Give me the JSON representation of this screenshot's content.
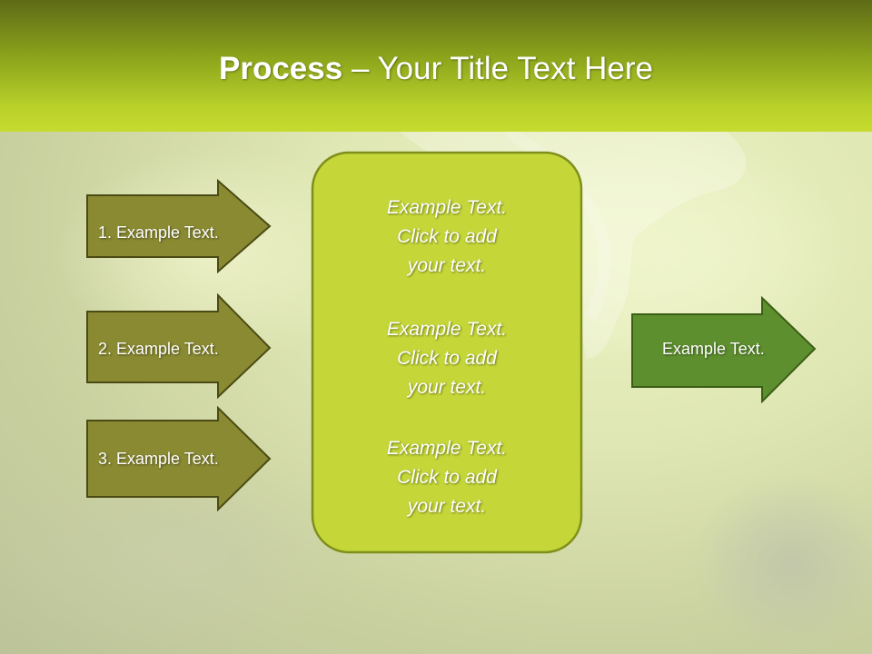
{
  "slide": {
    "title_bold": "Process",
    "title_rest": " – Your Title Text Here"
  },
  "left_arrows": [
    {
      "label": "1. Example Text."
    },
    {
      "label": "2. Example Text."
    },
    {
      "label": "3. Example Text."
    }
  ],
  "center_box": {
    "paragraphs": [
      {
        "line1": "Example Text.",
        "line2": "Click  to add",
        "line3": "your text."
      },
      {
        "line1": "Example Text.",
        "line2": "Click  to add",
        "line3": "your text."
      },
      {
        "line1": "Example Text.",
        "line2": "Click  to add",
        "line3": "your text."
      }
    ]
  },
  "right_arrow": {
    "label": "Example Text."
  },
  "colors": {
    "header_top": "#5e6a16",
    "header_bottom": "#c6db2e",
    "left_arrow_fill": "#8a8a32",
    "left_arrow_stroke": "#4a4a14",
    "center_box_fill": "#c4d638",
    "center_box_stroke": "#7f8f1a",
    "right_arrow_fill": "#5e8f2e",
    "right_arrow_stroke": "#3a5e16"
  }
}
